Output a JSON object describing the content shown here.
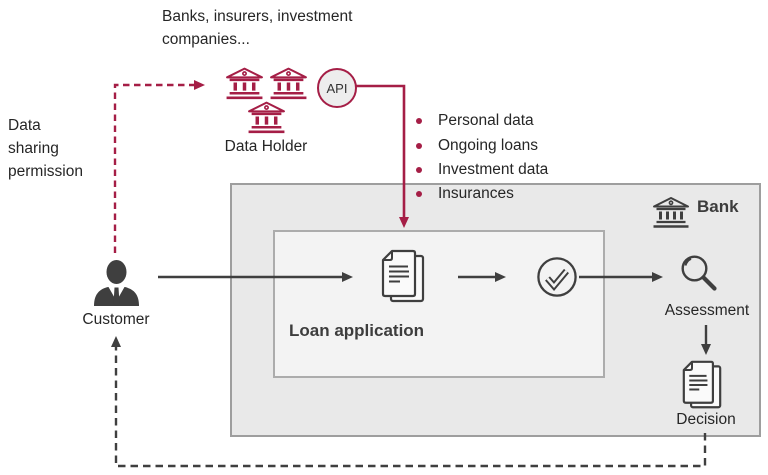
{
  "colors": {
    "accent": "#A51E46",
    "ink": "#3F3F3F",
    "text": "#262626",
    "outer_fill": "#E9E9E9",
    "outer_border": "#9E9E9E",
    "inner_fill": "#F3F3F3",
    "inner_border": "#ACACAC",
    "api_fill": "#EDEDED",
    "page_fill": "#FAFAFA"
  },
  "annotations": {
    "top_note": "Banks, insurers, investment companies...",
    "permission_note": "Data sharing permission"
  },
  "api_data_items": [
    "Personal data",
    "Ongoing loans",
    "Investment data",
    "Insurances"
  ],
  "nodes": {
    "data_holder": {
      "label": "Data Holder"
    },
    "api": {
      "label": "API"
    },
    "bank": {
      "label": "Bank"
    },
    "loan_application": {
      "label": "Loan application"
    },
    "customer": {
      "label": "Customer"
    },
    "assessment": {
      "label": "Assessment"
    },
    "decision": {
      "label": "Decision"
    }
  }
}
